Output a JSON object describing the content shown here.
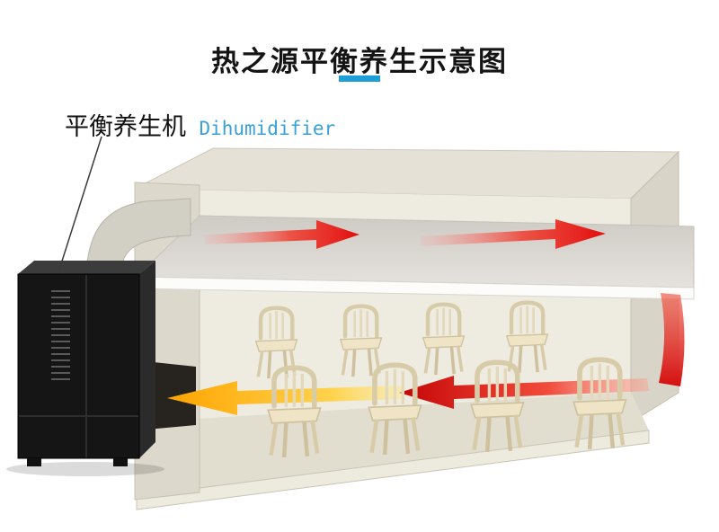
{
  "header": {
    "title": "热之源平衡养生示意图"
  },
  "machine_label": {
    "zh": "平衡养生机",
    "en": "Dihumidifier"
  },
  "colors": {
    "accent_blue": "#1b9ed9",
    "label_blue": "#3aa0d8",
    "supply_arrow_red": "#e3130d",
    "return_arrow_yellow": "#ffb400",
    "machine_body": "#151515",
    "room_wall": "#ebe8dc",
    "ceiling_slab": "#fcfcfb"
  },
  "diagram": {
    "description": "Cutaway room: dehumidifier unit on the left blows supply air (red arrows) through the plenum above the suspended ceiling, down the far right wall, back across the seating area (red arrow pointing left) and returns as yellow arrow into the unit's lower intake.",
    "chair_count": 8,
    "airflow": [
      {
        "name": "ceiling-plenum-supply",
        "color": "red",
        "direction": "right"
      },
      {
        "name": "far-wall-downflow",
        "color": "red",
        "direction": "down"
      },
      {
        "name": "room-return",
        "color": "red",
        "direction": "left"
      },
      {
        "name": "intake-return",
        "color": "yellow",
        "direction": "left"
      }
    ]
  }
}
